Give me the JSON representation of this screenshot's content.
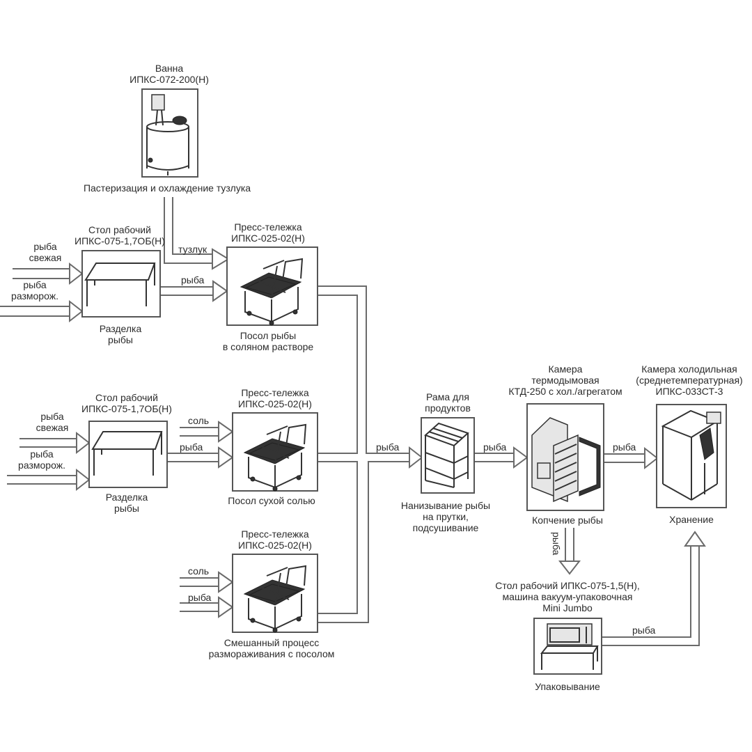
{
  "diagram": {
    "nodes": {
      "bath": {
        "title": [
          "Ванна",
          "ИПКС-072-200(Н)"
        ],
        "caption": [
          "Пастеризация и охлаждение  тузлука"
        ]
      },
      "table1": {
        "title": [
          "Стол рабочий",
          "ИПКС-075-1,7ОБ(Н)"
        ],
        "caption": [
          "Разделка",
          "рыбы"
        ]
      },
      "press1": {
        "title": [
          "Пресс-тележка",
          "ИПКС-025-02(Н)"
        ],
        "caption": [
          "Посол рыбы",
          "в соляном растворе"
        ]
      },
      "table2": {
        "title": [
          "Стол рабочий",
          "ИПКС-075-1,7ОБ(Н)"
        ],
        "caption": [
          "Разделка",
          "рыбы"
        ]
      },
      "press2": {
        "title": [
          "Пресс-тележка",
          "ИПКС-025-02(Н)"
        ],
        "caption": [
          "Посол сухой солью"
        ]
      },
      "press3": {
        "title": [
          "Пресс-тележка",
          "ИПКС-025-02(Н)"
        ],
        "caption": [
          "Смешанный процесс",
          "размораживания с посолом"
        ]
      },
      "rack": {
        "title": [
          "Рама для",
          "продуктов"
        ],
        "caption": [
          "Нанизывание рыбы",
          "на прутки,",
          "подсушивание"
        ]
      },
      "smoker": {
        "title": [
          "Камера",
          "термодымовая",
          "КТД-250 с хол./агрегатом"
        ],
        "caption": [
          "Копчение рыбы"
        ]
      },
      "fridge": {
        "title": [
          "Камера холодильная",
          "(среднетемпературная)",
          "ИПКС-033СТ-3"
        ],
        "caption": [
          "Хранение"
        ]
      },
      "pack": {
        "title": [
          "Стол рабочий ИПКС-075-1,5(Н),",
          "машина вакуум-упаковочная",
          "Mini Jumbo"
        ],
        "caption": [
          "Упаковывание"
        ]
      }
    },
    "flow_labels": {
      "t1_in1": [
        "рыба",
        "свежая"
      ],
      "t1_in2": [
        "рыба",
        "разморож."
      ],
      "t2_in1": [
        "рыба",
        "свежая"
      ],
      "t2_in2": [
        "рыба",
        "разморож."
      ],
      "brine": "тузлук",
      "t1_to_p1": "рыба",
      "p2_salt": "соль",
      "t2_to_p2": "рыба",
      "p3_salt": "соль",
      "p3_fish": "рыба",
      "to_rack": "рыба",
      "rack_to_smoker": "рыба",
      "smoker_to_fridge": "рыба",
      "smoker_to_pack": "рыба",
      "pack_to_fridge": "рыба"
    }
  }
}
